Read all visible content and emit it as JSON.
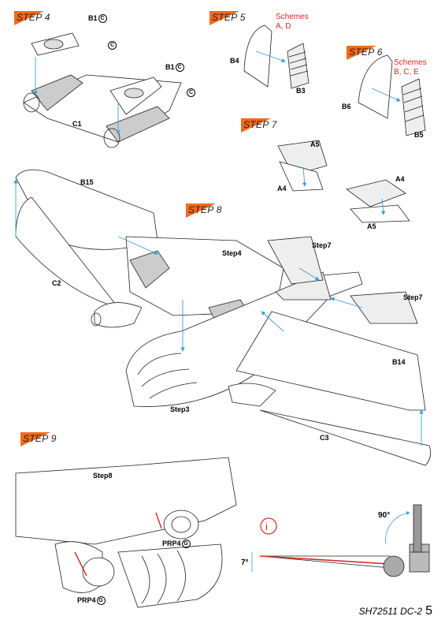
{
  "steps": {
    "s4": "STEP 4",
    "s5": "STEP 5",
    "s6": "STEP 6",
    "s7": "STEP 7",
    "s8": "STEP 8",
    "s9": "STEP 9"
  },
  "parts": {
    "b1": "B1",
    "b1c": "C",
    "c1": "C1",
    "b4": "B4",
    "b3": "B3",
    "b6": "B6",
    "b5": "B5",
    "a5": "A5",
    "a4": "A4",
    "b15": "B15",
    "c2": "C2",
    "step4": "Step4",
    "step7": "Step7",
    "b14": "B14",
    "step3": "Step3",
    "c3": "C3",
    "step8": "Step8",
    "prp4": "PRP4",
    "g": "G"
  },
  "schemes": {
    "s5_title": "Schemes",
    "s5_list": "A, D",
    "s6_title": "Schemes",
    "s6_list": "B, C, E"
  },
  "angles": {
    "a90": "90°",
    "a7": "7°"
  },
  "info_symbol": "i",
  "footer": {
    "code": "SH72511 DC-2",
    "page": "5"
  },
  "colors": {
    "step_bg": "#f26a1b",
    "scheme_text": "#d32b1e",
    "arrow": "#3aa0d6"
  }
}
